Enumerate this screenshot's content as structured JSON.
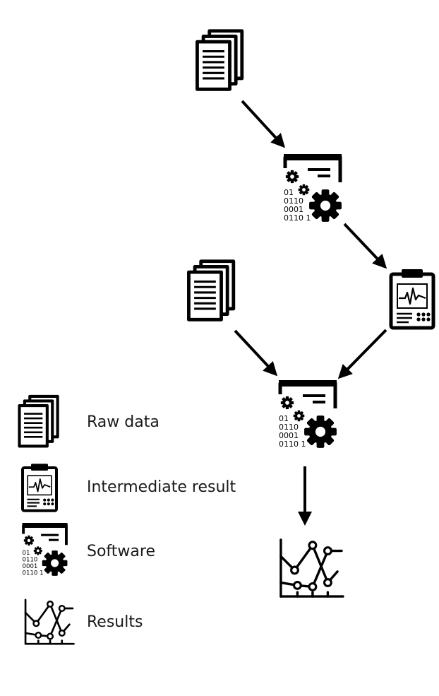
{
  "legend": {
    "items": [
      {
        "icon": "raw-data-icon",
        "label": "Raw data"
      },
      {
        "icon": "intermediate-result-icon",
        "label": "Intermediate result"
      },
      {
        "icon": "software-icon",
        "label": "Software"
      },
      {
        "icon": "results-icon",
        "label": "Results"
      }
    ]
  },
  "software": {
    "code_lines": [
      "01",
      "0110",
      "0001",
      "0110 1"
    ]
  },
  "colors": {
    "ink": "#000000",
    "background": "#ffffff"
  }
}
